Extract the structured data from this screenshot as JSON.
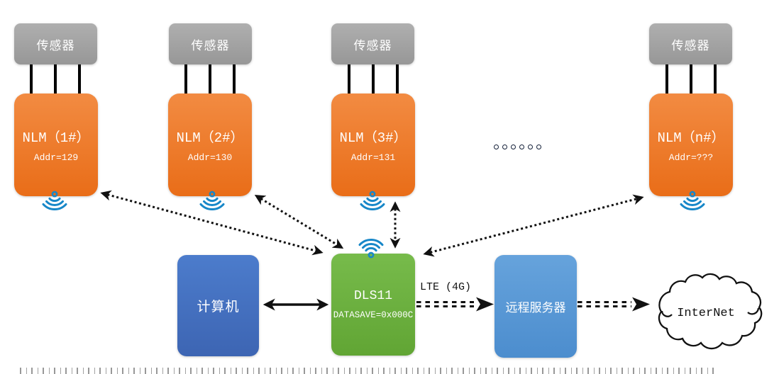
{
  "sensors": [
    {
      "label": "传感器"
    },
    {
      "label": "传感器"
    },
    {
      "label": "传感器"
    },
    {
      "label": "传感器"
    }
  ],
  "nlm_modules": [
    {
      "title": "NLM（1#）",
      "addr": "Addr=129"
    },
    {
      "title": "NLM（2#）",
      "addr": "Addr=130"
    },
    {
      "title": "NLM（3#）",
      "addr": "Addr=131"
    },
    {
      "title": "NLM（n#）",
      "addr": "Addr=???"
    }
  ],
  "ellipsis": {
    "dot_count": 6
  },
  "computer": {
    "label": "计算机"
  },
  "gateway": {
    "title": "DLS11",
    "config": "DATASAVE=0x000C"
  },
  "remote_server": {
    "label": "远程服务器"
  },
  "internet": {
    "label": "InterNet"
  },
  "lte_link": {
    "label": "LTE (4G)"
  },
  "colors": {
    "sensor_gray": "#A3A3A3",
    "nlm_orange": "#ED7429",
    "computer_blue": "#4472C4",
    "gateway_green": "#6DB23E",
    "server_blue": "#5B9BD5",
    "wifi_blue": "#1787C8",
    "arrow_black": "#111111",
    "cloud_outline": "#111111"
  }
}
